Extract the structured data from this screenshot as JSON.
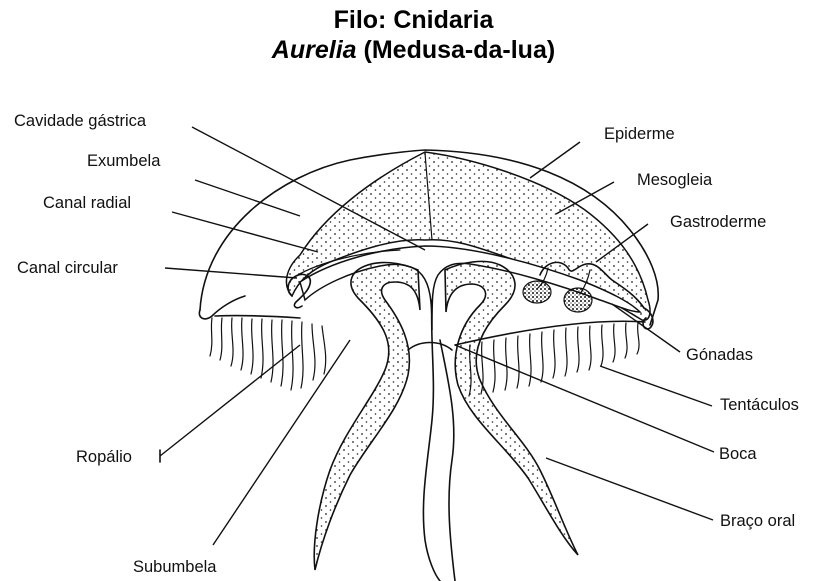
{
  "title": {
    "line1": "Filo: Cnidaria",
    "line2_italic": "Aurelia",
    "line2_rest": " (Medusa-da-lua)"
  },
  "labels": {
    "cavidade_gastrica": "Cavidade gástrica",
    "exumbela": "Exumbela",
    "canal_radial": "Canal radial",
    "canal_circular": "Canal circular",
    "ropalio": "Ropálio",
    "subumbela": "Subumbela",
    "epiderme": "Epiderme",
    "mesogleia": "Mesogleia",
    "gastroderme": "Gastroderme",
    "gonadas": "Gónadas",
    "tentaculos": "Tentáculos",
    "boca": "Boca",
    "braco_oral": "Braço oral"
  },
  "colors": {
    "ink": "#111111",
    "background": "#ffffff"
  }
}
